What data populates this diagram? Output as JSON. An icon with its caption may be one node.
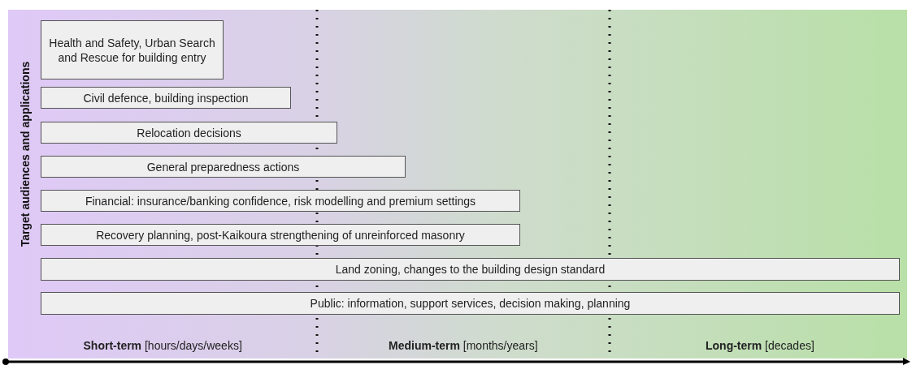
{
  "diagram": {
    "nodes": [
      {
        "text": [
          "Health and Safety, Urban Search and Rescue for building entry"
        ]
      },
      {
        "text": [
          "Civil defence, building inspection"
        ]
      },
      {
        "text": [
          "Relocation decisions"
        ]
      },
      {
        "text": [
          "General preparedness actions"
        ]
      },
      {
        "text": [
          "Financial: insurance/banking confidence, risk modelling and premium settings"
        ]
      },
      {
        "text": [
          "Recovery planning, post-Kaikoura strengthening of unreinforced masonry"
        ]
      },
      {
        "text": [
          "Land zoning, changes to the building design standard"
        ]
      },
      {
        "text": [
          "Public: information, support services, decision making, planning"
        ]
      }
    ],
    "labels": [
      "Target audiences and applications",
      "**Short-term** [hours/days/weeks]",
      "**Medium-term** [months/years]",
      "**Long-term** [decades]"
    ]
  }
}
